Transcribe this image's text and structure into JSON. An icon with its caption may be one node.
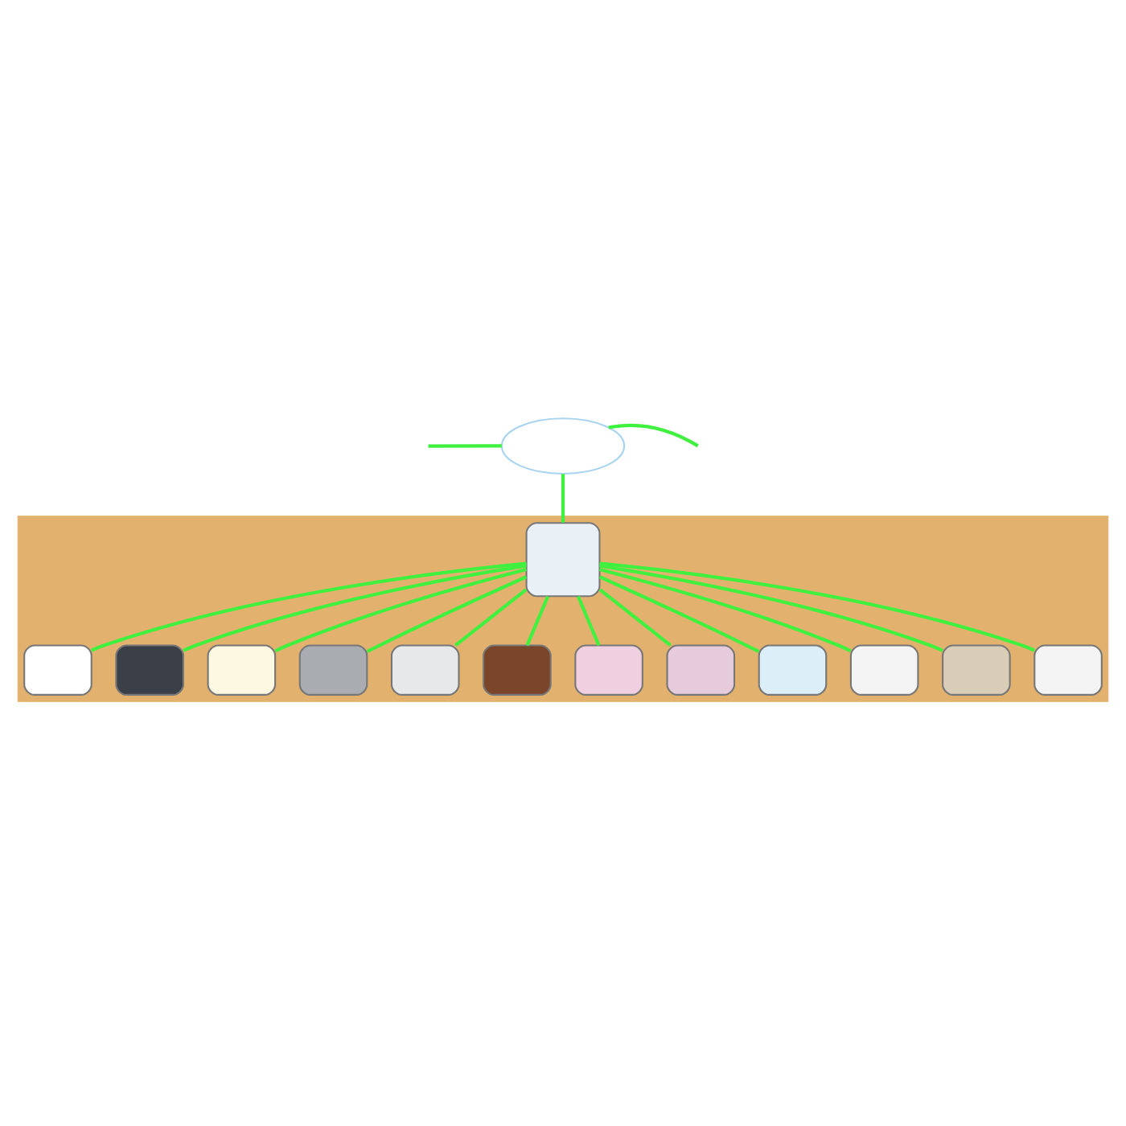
{
  "diagram": {
    "nodes": [
      {
        "text": [],
        "shape": "cloud"
      },
      {
        "text": [],
        "shape": "box"
      },
      {
        "text": [],
        "shape": "box",
        "in": 1
      },
      {
        "text": [],
        "shape": "box",
        "in": 1
      },
      {
        "text": [],
        "shape": "box",
        "in": 1
      },
      {
        "text": [],
        "shape": "box",
        "in": 1
      },
      {
        "text": [],
        "shape": "box",
        "in": 1
      },
      {
        "text": [],
        "shape": "box",
        "in": 1
      },
      {
        "text": [],
        "shape": "box",
        "in": 1
      },
      {
        "text": [],
        "shape": "box",
        "in": 1
      },
      {
        "text": [],
        "shape": "box",
        "in": 1
      },
      {
        "text": [],
        "shape": "box",
        "in": 1
      },
      {
        "text": [],
        "shape": "box",
        "in": 1
      },
      {
        "text": [],
        "shape": "box",
        "in": 1
      },
      {
        "text": [],
        "shape": "box",
        "in": 1
      }
    ],
    "edges": [
      {
        "from": 0,
        "to": null,
        "arrow": "none"
      },
      {
        "from": 0,
        "to": 7,
        "arrow": "none"
      },
      {
        "from": 0,
        "to": null,
        "arrow": "none"
      },
      {
        "from": 7,
        "to": 2,
        "arrow": "none"
      },
      {
        "from": 7,
        "to": 3,
        "arrow": "none"
      },
      {
        "from": 7,
        "to": 4,
        "arrow": "none"
      },
      {
        "from": 7,
        "to": 5,
        "arrow": "none"
      },
      {
        "from": 7,
        "to": 6,
        "arrow": "none"
      },
      {
        "from": 7,
        "to": 8,
        "arrow": "none"
      },
      {
        "from": 7,
        "to": 9,
        "arrow": "none"
      },
      {
        "from": 7,
        "to": 10,
        "arrow": "none"
      },
      {
        "from": 7,
        "to": 11,
        "arrow": "none"
      },
      {
        "from": 7,
        "to": 12,
        "arrow": "none"
      },
      {
        "from": 7,
        "to": 13,
        "arrow": "none"
      },
      {
        "from": 7,
        "to": 14,
        "arrow": "none"
      }
    ]
  }
}
